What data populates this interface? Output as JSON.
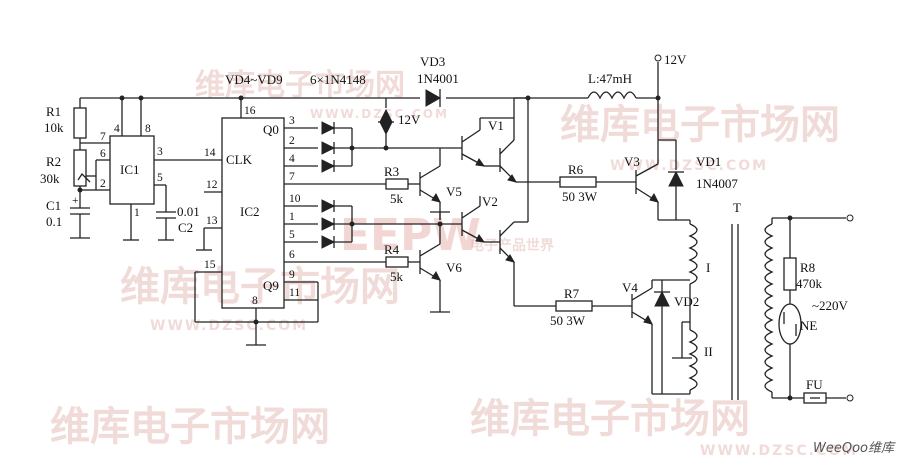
{
  "labels": {
    "vd4_vd9": "VD4~VD9",
    "diodes_spec": "6×1N4148",
    "vd3": "VD3",
    "vd3_part": "1N4001",
    "inductor": "L:47mH",
    "supply": "12V",
    "zener": "12V",
    "r1": "R1",
    "r1_val": "10k",
    "r2": "R2",
    "r2_val": "30k",
    "c1": "C1",
    "c1_val": "0.1",
    "c2": "C2",
    "c2_val": "0.01",
    "ic1": "IC1",
    "ic2": "IC2",
    "clk": "CLK",
    "q0": "Q0",
    "q9": "Q9",
    "r3": "R3",
    "r3_val": "5k",
    "r4": "R4",
    "r4_val": "5k",
    "v1": "V1",
    "v2": "V2",
    "v3": "V3",
    "v4": "V4",
    "v5": "V5",
    "v6": "V6",
    "r6": "R6",
    "r6_val": "50 3W",
    "r7": "R7",
    "r7_val": "50 3W",
    "vd1": "VD1",
    "vd1_part": "1N4007",
    "vd2": "VD2",
    "t": "T",
    "winding1": "I",
    "winding2": "II",
    "r8": "R8",
    "r8_val": "470k",
    "ne": "NE",
    "ac": "~220V",
    "fu": "FU"
  },
  "pins": {
    "ic1_4": "4",
    "ic1_8": "8",
    "ic1_7": "7",
    "ic1_6": "6",
    "ic1_2": "2",
    "ic1_3": "3",
    "ic1_5": "5",
    "ic1_1": "1",
    "ic2_16": "16",
    "ic2_14": "14",
    "ic2_12": "12",
    "ic2_13": "13",
    "ic2_15": "15",
    "ic2_8": "8",
    "ic2_3": "3",
    "ic2_2": "2",
    "ic2_4": "4",
    "ic2_7": "7",
    "ic2_10": "10",
    "ic2_1": "1",
    "ic2_5": "5",
    "ic2_6": "6",
    "ic2_9": "9",
    "ic2_11": "11"
  },
  "watermark": {
    "brand": "维库电子市场网",
    "url": "WWW.DZSC.COM",
    "logo": "EEPW",
    "logo_sub": "电子产品世界",
    "badge": "WeeQoo维库"
  },
  "colors": {
    "line": "#222222",
    "watermark": "#d9a29b",
    "logo": "#c9483d"
  }
}
